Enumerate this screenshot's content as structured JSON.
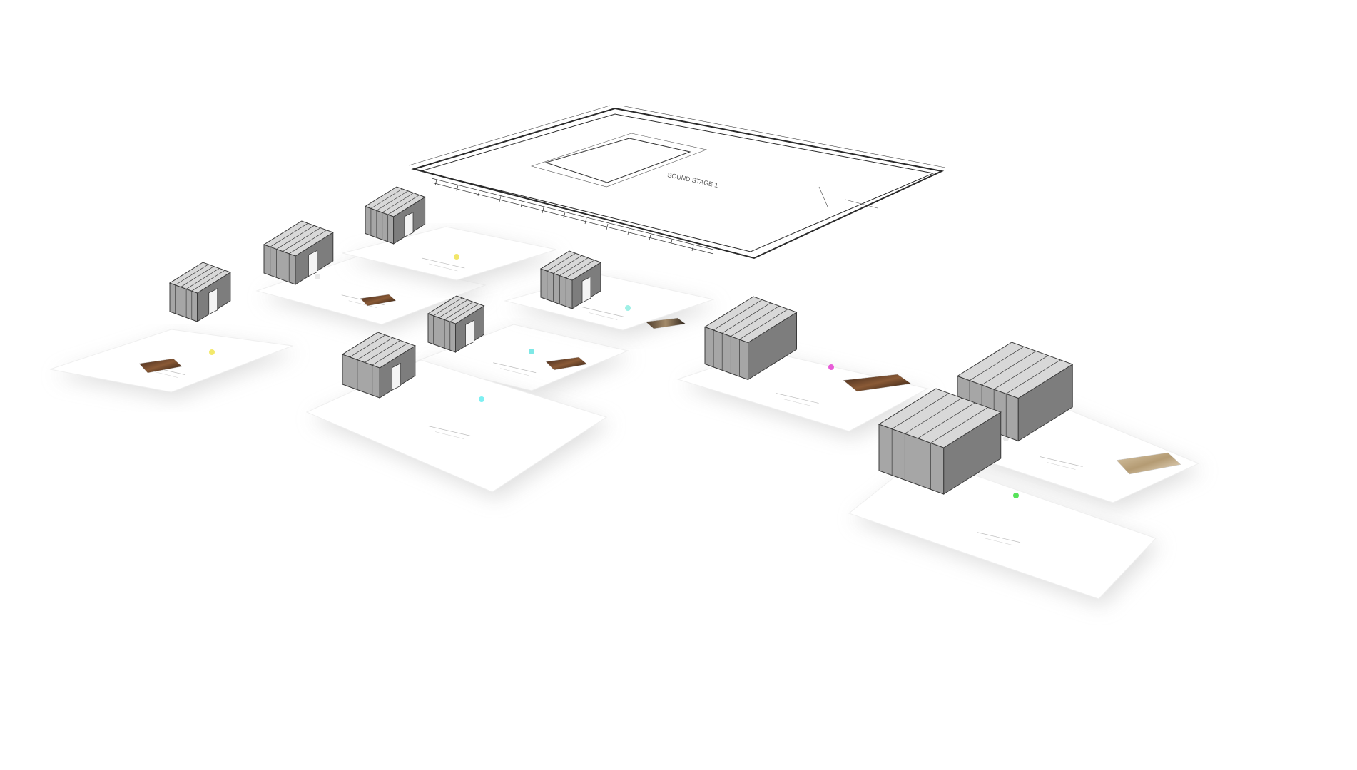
{
  "scene": {
    "description_visible": false,
    "background_color": "#ffffff",
    "floorplan": {
      "label": "SOUND STAGE 1"
    },
    "sets": [
      {
        "id": "set-1",
        "dot_color": "#f3e96b",
        "photo_tone": "dark-warm"
      },
      {
        "id": "set-2",
        "dot_color": "#e9e9e9",
        "photo_tone": "dark-warm"
      },
      {
        "id": "set-3",
        "dot_color": "#f2e66a",
        "photo_tone": "none"
      },
      {
        "id": "set-4",
        "dot_color": "#7ee8e6",
        "photo_tone": "dark-warm"
      },
      {
        "id": "set-5",
        "dot_color": "#9ff0e6",
        "photo_tone": "dark-warm"
      },
      {
        "id": "set-6",
        "dot_color": "#7ef0f2",
        "photo_tone": "none"
      },
      {
        "id": "set-7",
        "dot_color": "#e85cd8",
        "photo_tone": "dark-warm"
      },
      {
        "id": "set-8",
        "dot_color": "#e9e9e9",
        "photo_tone": "light-warm"
      },
      {
        "id": "set-9",
        "dot_color": "#57e35a",
        "photo_tone": "none"
      }
    ],
    "colors": {
      "module_light": "#d8d8d8",
      "module_mid": "#a6a6a6",
      "module_dark": "#7d7d7d",
      "line": "#3a3a3a",
      "sheet": "#ffffff",
      "shadow": "#dcdcdc"
    }
  }
}
